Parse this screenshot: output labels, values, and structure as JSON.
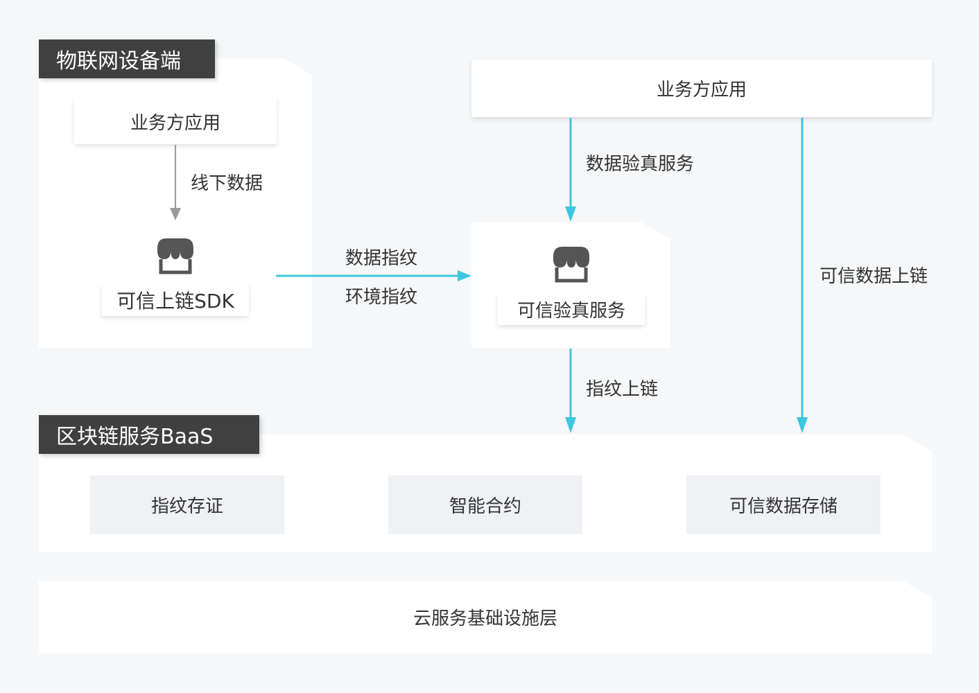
{
  "iot_device": {
    "tag": "物联网设备端",
    "business_app": "业务方应用",
    "offline_data_label": "线下数据",
    "sdk_label": "可信上链SDK",
    "store_icon": "store-icon"
  },
  "middle": {
    "data_fingerprint_label": "数据指纹",
    "env_fingerprint_label": "环境指纹"
  },
  "verify": {
    "business_app": "业务方应用",
    "verify_service_label": "数据验真服务",
    "trusted_verify_label": "可信验真服务",
    "fingerprint_onchain_label": "指纹上链",
    "trusted_onchain_label": "可信数据上链",
    "store_icon": "store-icon"
  },
  "baas": {
    "tag": "区块链服务BaaS",
    "services": [
      "指纹存证",
      "智能合约",
      "可信数据存储"
    ]
  },
  "infra": {
    "label": "云服务基础设施层"
  },
  "colors": {
    "accent": "#3ec5e0",
    "tag_bg": "#404040",
    "gray_arrow": "#9a9a9a",
    "service_bg": "#eff1f4"
  }
}
